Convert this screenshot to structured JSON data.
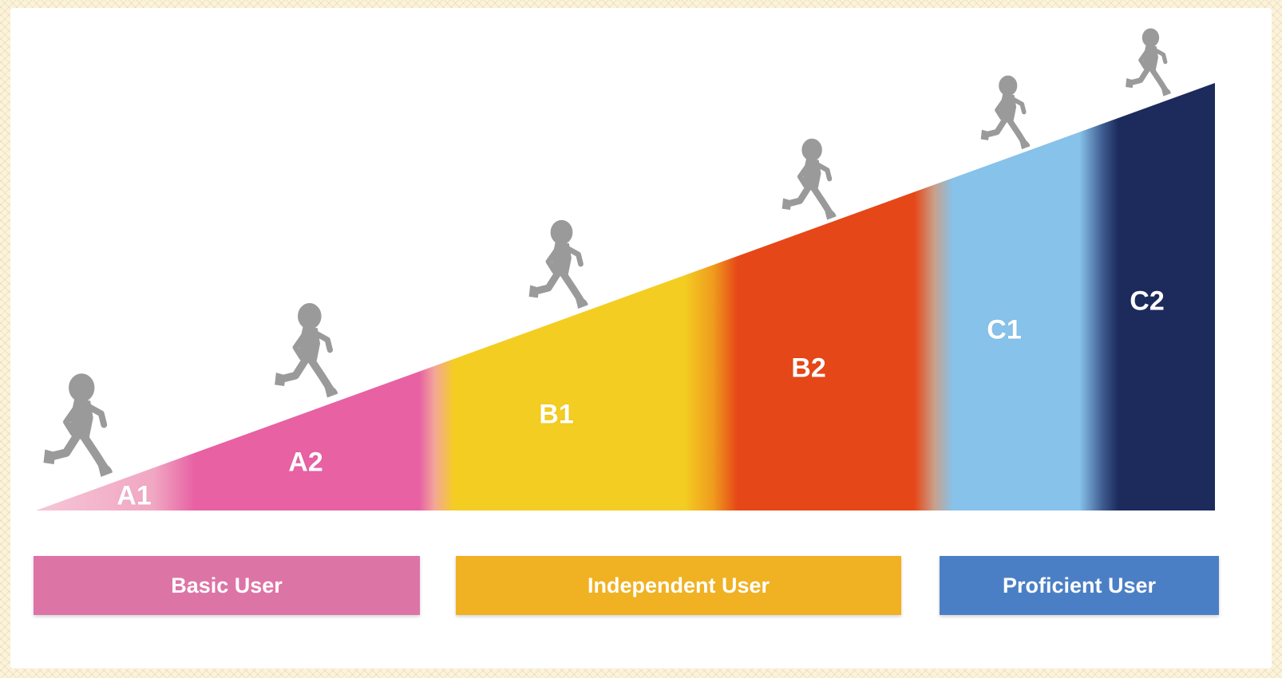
{
  "levels": [
    {
      "code": "A1",
      "color": "#f2a9c4"
    },
    {
      "code": "A2",
      "color": "#e761a3"
    },
    {
      "code": "B1",
      "color": "#f4cd22"
    },
    {
      "code": "B2",
      "color": "#e64718"
    },
    {
      "code": "C1",
      "color": "#87c2ea"
    },
    {
      "code": "C2",
      "color": "#1c2b5c"
    }
  ],
  "groups": {
    "basic": {
      "label": "Basic User",
      "color": "#dd74a6"
    },
    "independent": {
      "label": "Independent User",
      "color": "#f0b122"
    },
    "proficient": {
      "label": "Proficient User",
      "color": "#4b7fc5"
    }
  },
  "runner_icon": "running-person-icon",
  "runner_color": "#9a9a9a"
}
